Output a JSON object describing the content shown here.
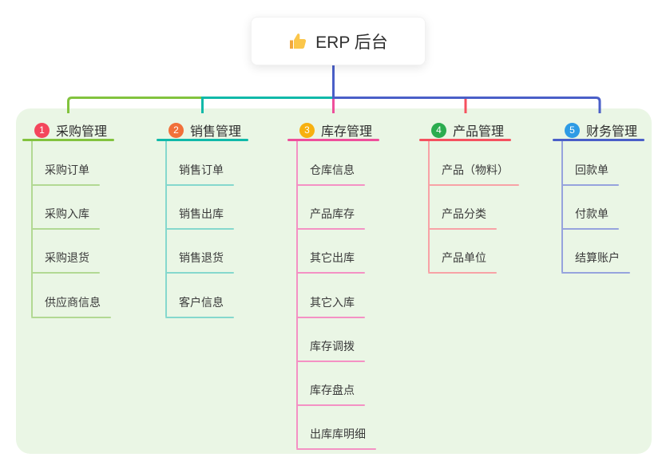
{
  "root": {
    "title": "ERP 后台",
    "icon": "thumbs-up"
  },
  "colors": {
    "page_background": "#ffffff",
    "panel": "#eaf6e5",
    "root_line": "#4a5fc8",
    "title_text": "#2e2e2e",
    "node_text": "#3a3a3a"
  },
  "branches": [
    {
      "num": "1",
      "title": "采购管理",
      "badge": "#f4465c",
      "accent": "#82c33e",
      "light": "#b2d993",
      "children": [
        "采购订单",
        "采购入库",
        "采购退货",
        "供应商信息"
      ]
    },
    {
      "num": "2",
      "title": "销售管理",
      "badge": "#f1703a",
      "accent": "#10b9a9",
      "light": "#85d8cd",
      "children": [
        "销售订单",
        "销售出库",
        "销售退货",
        "客户信息"
      ]
    },
    {
      "num": "3",
      "title": "库存管理",
      "badge": "#f7b00f",
      "accent": "#ee4f9b",
      "light": "#f491c4",
      "children": [
        "仓库信息",
        "产品库存",
        "其它出库",
        "其它入库",
        "库存调拨",
        "库存盘点",
        "出库库明细"
      ]
    },
    {
      "num": "4",
      "title": "产品管理",
      "badge": "#2bac4f",
      "accent": "#f5515f",
      "light": "#f8a2a6",
      "children": [
        "产品（物料）",
        "产品分类",
        "产品单位"
      ]
    },
    {
      "num": "5",
      "title": "财务管理",
      "badge": "#2e9be5",
      "accent": "#4a5fc8",
      "light": "#96a3dd",
      "children": [
        "回款单",
        "付款单",
        "结算账户"
      ]
    }
  ]
}
